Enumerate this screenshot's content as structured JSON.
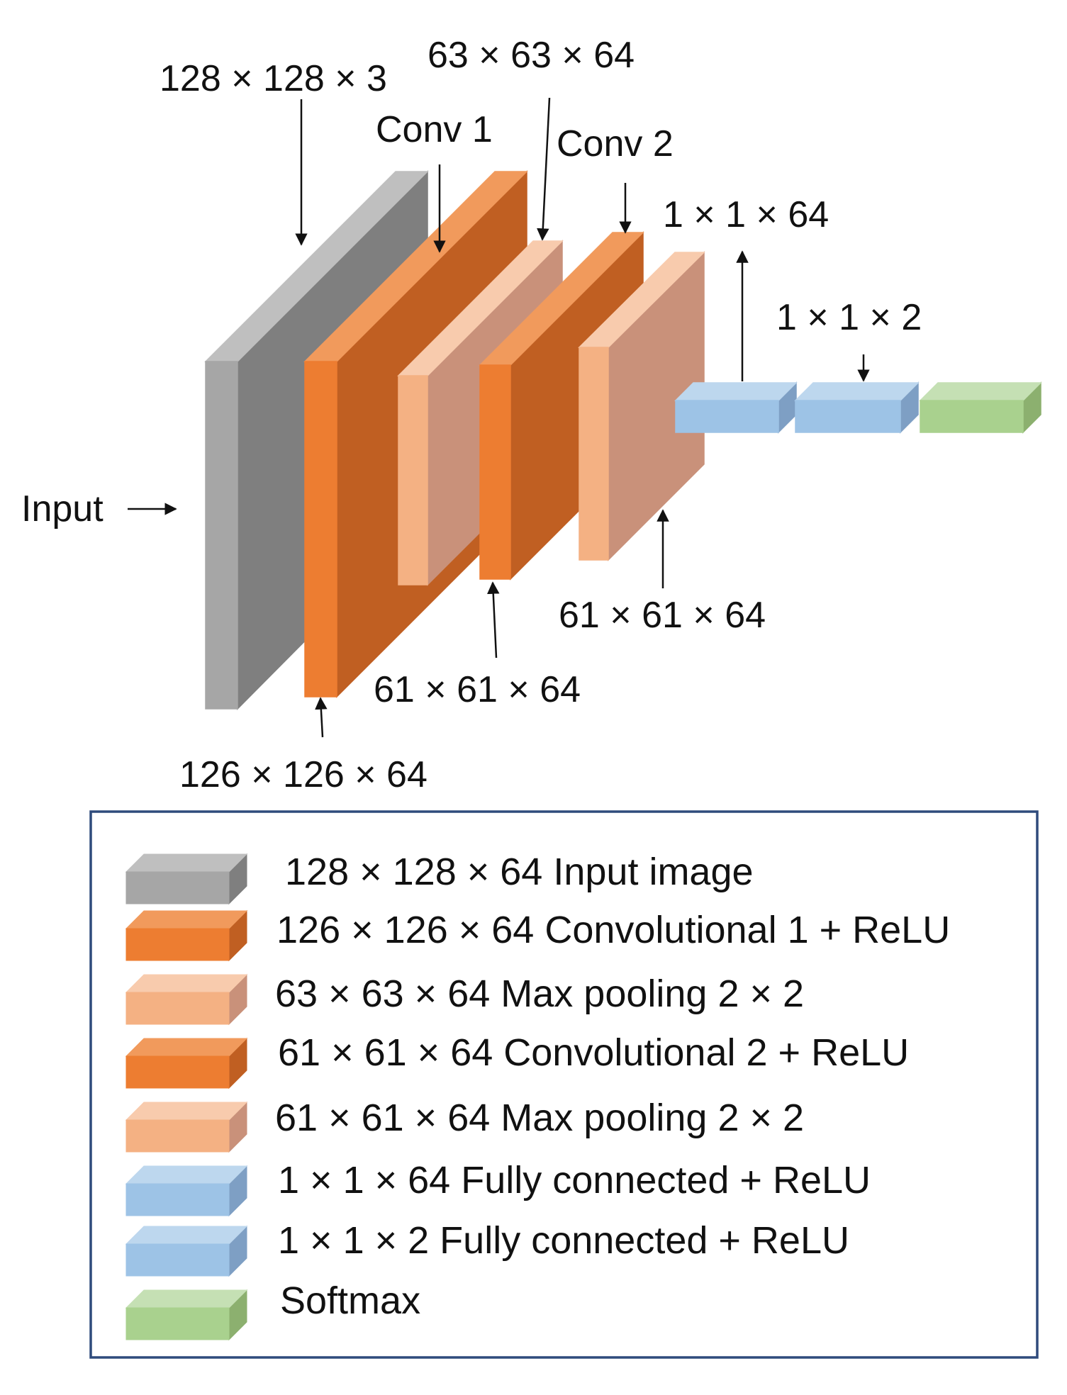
{
  "diagram": {
    "input_label": "Input",
    "labels": {
      "input_dims": "128 × 128 × 3",
      "conv1_title": "Conv 1",
      "conv1_dims": "126 × 126 × 64",
      "pool1_dims": "63 × 63 × 64",
      "conv2_title": "Conv 2",
      "conv2_dims": "61 × 61 × 64",
      "pool2_dims": "61 × 61 × 64",
      "fc1_dims": "1 × 1 × 64",
      "fc2_dims": "1 × 1 × 2"
    },
    "colors": {
      "gray_front": "#a6a6a6",
      "gray_side": "#7f7f7f",
      "gray_top": "#bfbfbf",
      "orange_front": "#ed7d31",
      "orange_side": "#c05f22",
      "orange_top": "#f19a5c",
      "salmon_front": "#f4b183",
      "salmon_side": "#c9917a",
      "salmon_top": "#f8cbad",
      "blue_front": "#9dc3e6",
      "blue_side": "#7e9fc4",
      "blue_top": "#bdd7ee",
      "green_front": "#a9d18e",
      "green_side": "#8cb06f",
      "green_top": "#c5e0b4",
      "legend_border": "#2f4b7c"
    }
  },
  "legend": {
    "items": [
      {
        "label": "128 × 128 × 64 Input image",
        "color": "gray"
      },
      {
        "label": "126 × 126 × 64 Convolutional 1 + ReLU",
        "color": "orange"
      },
      {
        "label": "63 × 63 × 64 Max pooling 2 × 2",
        "color": "salmon"
      },
      {
        "label": "61 × 61 × 64 Convolutional 2 + ReLU",
        "color": "orange"
      },
      {
        "label": "61 × 61 × 64 Max pooling 2 × 2",
        "color": "salmon"
      },
      {
        "label": "1 × 1 × 64 Fully connected + ReLU",
        "color": "blue"
      },
      {
        "label": "1 × 1 × 2 Fully connected + ReLU",
        "color": "blue"
      },
      {
        "label": "Softmax",
        "color": "green"
      }
    ]
  }
}
